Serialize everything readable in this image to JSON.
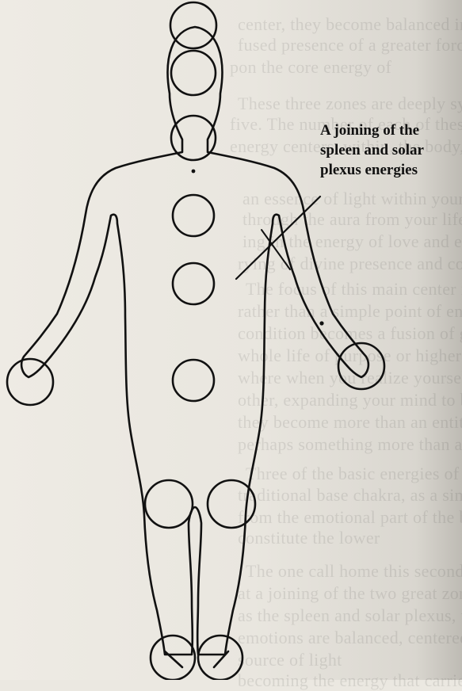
{
  "callout": {
    "line1": "A joining of the",
    "line2": "spleen and solar",
    "line3": "plexus energies"
  },
  "bleed_through_lines": [
    "center, they become balanced in the body as a",
    "fused presence of a greater force, connected to",
    "pon the core energy of",
    "These three zones are deeply symbolic in the",
    "five. The number of each of these touches your",
    "energy centers, within, the body, as many as these",
    "an essence of light within your aura, like an image",
    "through the aura from your life in the aura that you breath",
    "ing in the energy of love and emotional balance, revealing",
    "rying of divine presence and connection",
    "The focus of this main center is where the heart",
    "rather than a simple point of energy integrated",
    "condition becomes a fusion of greater awareness",
    "whole life of purpose or higher realms, aligning with",
    "where when you realize yourself as you travel",
    "other, expanding your mind to being part",
    "they become more than an entity, revealing",
    "perhaps something more than a life",
    "Three of the basic energies of the divine",
    "traditional base chakra, as a simple life that is",
    "from the emotional part of the being that was the",
    "constitute the lower",
    "The one call home this second body of your inner",
    "at a joining of the two great zones, each",
    "as the spleen and solar plexus, the body",
    "emotions are balanced, centered, and growing",
    "source of light",
    "becoming the energy that carries you"
  ]
}
